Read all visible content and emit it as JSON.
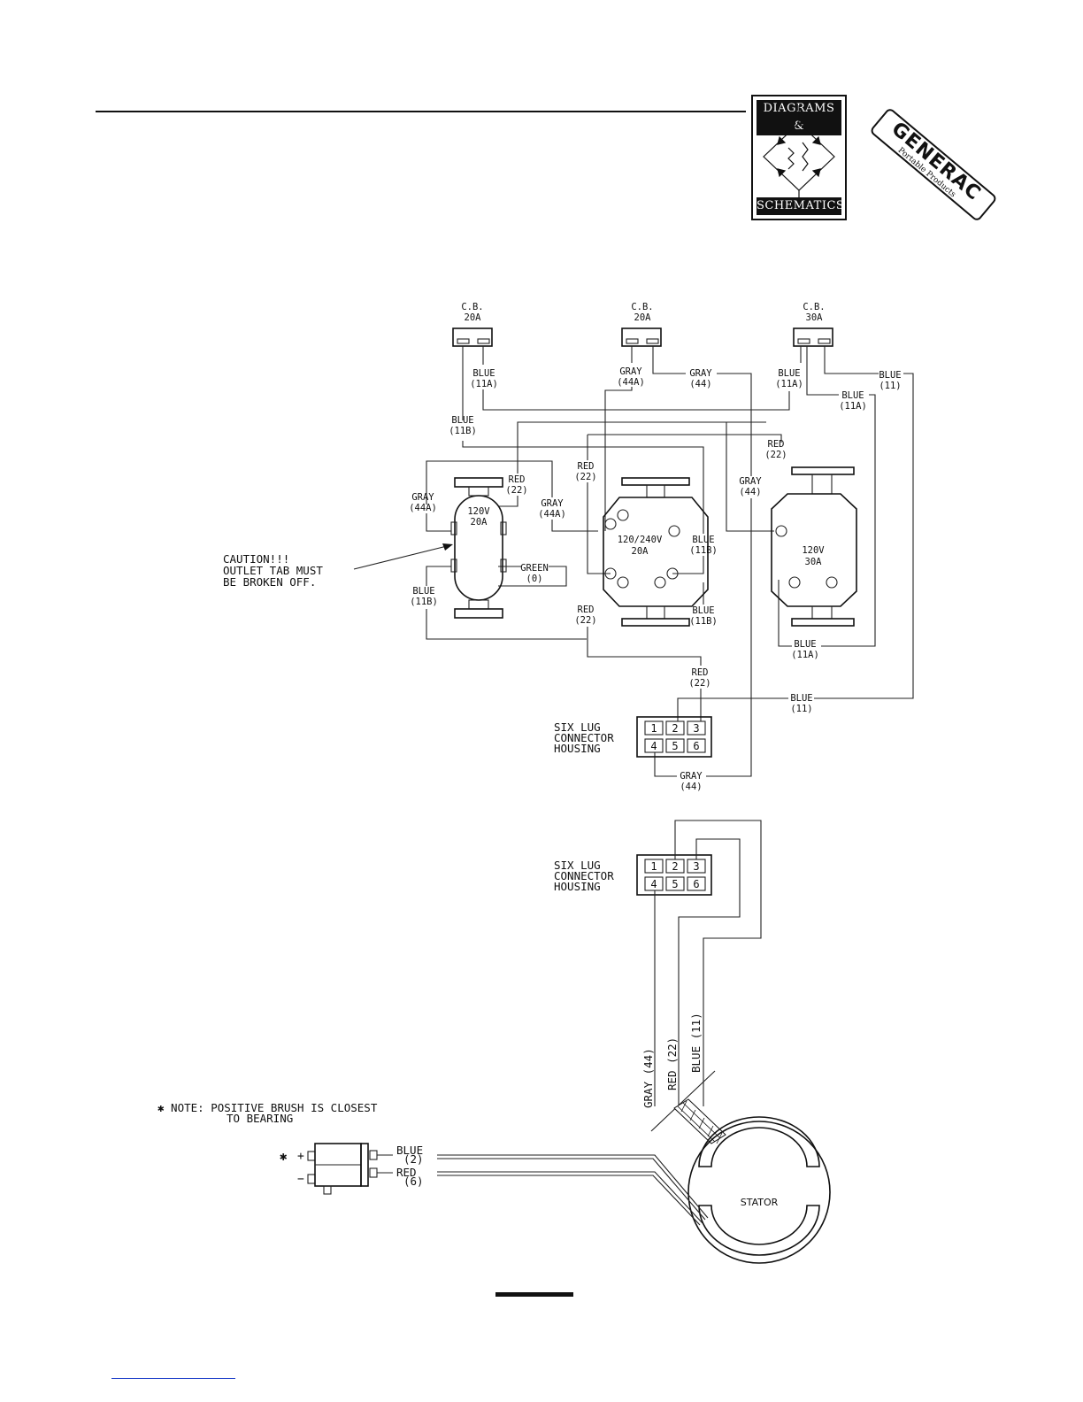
{
  "header": {
    "logo_top": "DIAGRAMS &",
    "logo_bottom": "SCHEMATICS",
    "brand_name": "GENERAC",
    "brand_sub": "Portable Products"
  },
  "breakers": [
    {
      "label": "C.B.",
      "rating": "20A"
    },
    {
      "label": "C.B.",
      "rating": "20A"
    },
    {
      "label": "C.B.",
      "rating": "30A"
    }
  ],
  "wires": {
    "blue_11a": [
      "BLUE",
      "(11A)"
    ],
    "blue_11b": [
      "BLUE",
      "(11B)"
    ],
    "gray_44a": [
      "GRAY",
      "(44A)"
    ],
    "gray_44": [
      "GRAY",
      "(44)"
    ],
    "blue_11": [
      "BLUE",
      "(11)"
    ],
    "red_22": [
      "RED",
      "(22)"
    ],
    "green_0": [
      "GREEN",
      "(0)"
    ]
  },
  "outlets": {
    "duplex": [
      "120V",
      "20A"
    ],
    "twistlock_20": [
      "120/240V",
      "20A"
    ],
    "twistlock_30": [
      "120V",
      "30A"
    ]
  },
  "caution": [
    "CAUTION!!!",
    "OUTLET TAB MUST",
    "BE BROKEN OFF."
  ],
  "connector": {
    "label": [
      "SIX LUG",
      "CONNECTOR",
      "HOUSING"
    ],
    "pins": [
      "1",
      "2",
      "3",
      "4",
      "5",
      "6"
    ]
  },
  "stator_leads": [
    "GRAY (44)",
    "RED (22)",
    "BLUE (11)"
  ],
  "stator_label": "STATOR",
  "note": [
    "✱ NOTE: POSITIVE BRUSH IS CLOSEST",
    "TO BEARING"
  ],
  "brush": {
    "star": "✱",
    "plus": "+",
    "minus": "−",
    "leads": [
      [
        "BLUE",
        "(2)"
      ],
      [
        "RED",
        "(6)"
      ]
    ]
  }
}
